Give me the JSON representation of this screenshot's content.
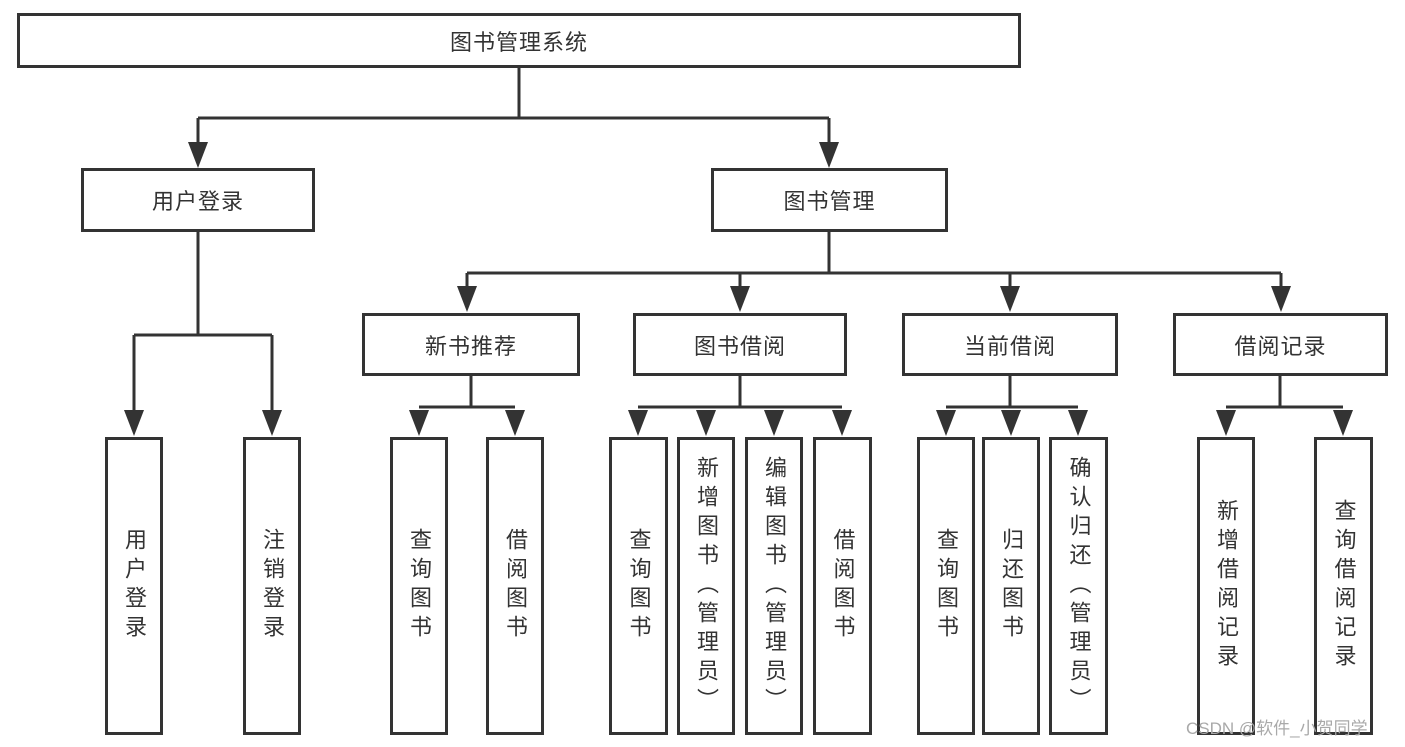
{
  "watermark": {
    "text": "CSDN @软件_小贺同学"
  },
  "colors": {
    "line": "#333333",
    "box_border": "#333333",
    "text": "#333333",
    "watermark": "#a9a9a9",
    "background": "#ffffff"
  },
  "tree": {
    "root": {
      "label": "图书管理系统"
    },
    "branches": [
      {
        "label": "用户登录",
        "children": [
          {
            "label": "用户登录"
          },
          {
            "label": "注销登录"
          }
        ]
      },
      {
        "label": "图书管理",
        "children": [
          {
            "label": "新书推荐",
            "children": [
              {
                "label": "查询图书"
              },
              {
                "label": "借阅图书"
              }
            ]
          },
          {
            "label": "图书借阅",
            "children": [
              {
                "label": "查询图书"
              },
              {
                "label": "新增图书（管理员）"
              },
              {
                "label": "编辑图书（管理员）"
              },
              {
                "label": "借阅图书"
              }
            ]
          },
          {
            "label": "当前借阅",
            "children": [
              {
                "label": "查询图书"
              },
              {
                "label": "归还图书"
              },
              {
                "label": "确认归还（管理员）"
              }
            ]
          },
          {
            "label": "借阅记录",
            "children": [
              {
                "label": "新增借阅记录"
              },
              {
                "label": "查询借阅记录"
              }
            ]
          }
        ]
      }
    ]
  }
}
